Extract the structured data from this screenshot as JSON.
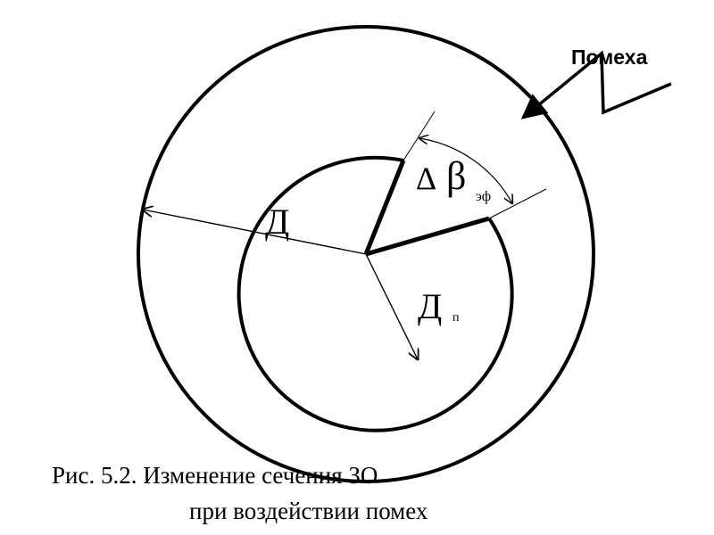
{
  "labels": {
    "noise": "Помеха",
    "outer_diameter": "Д",
    "inner_diameter_main": "Д",
    "inner_diameter_sub": "п",
    "delta": "Δ",
    "beta": "β",
    "beta_sub": "эф"
  },
  "caption": {
    "line1": "Рис. 5.2. Изменение сечения ЗО",
    "line2": "при воздействии помех"
  },
  "colors": {
    "stroke": "#000000",
    "background": "#ffffff"
  }
}
